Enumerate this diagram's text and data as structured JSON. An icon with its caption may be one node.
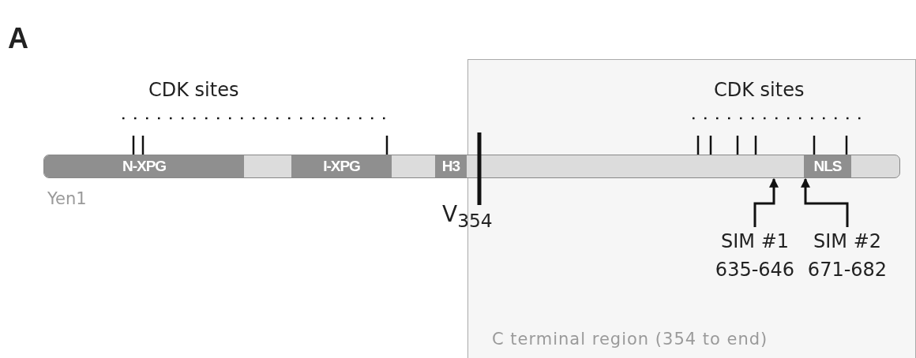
{
  "diagram": {
    "nodes": [
      {
        "text": [
          "C terminal region (354 to end)"
        ]
      },
      {
        "text": [],
        "shape": "bar",
        "beside": [
          "Yen1"
        ]
      },
      {
        "text": [
          "N-XPG"
        ],
        "in": 1
      },
      {
        "text": [
          "I-XPG"
        ],
        "in": 1
      },
      {
        "text": [
          "H3"
        ],
        "in": 1
      },
      {
        "text": [
          "NLS"
        ]
      },
      {
        "text": [
          "SIM #1 635-646"
        ],
        "in": 0
      },
      {
        "text": [
          "SIM #2 671-682"
        ],
        "in": 0
      }
    ],
    "edges": [
      {
        "from": 6,
        "to": 1,
        "arrow": "to"
      },
      {
        "from": 7,
        "to": 1,
        "arrow": "to"
      }
    ],
    "labels": [
      "A",
      "CDK sites",
      "CDK sites",
      "V$_{354}$"
    ]
  }
}
